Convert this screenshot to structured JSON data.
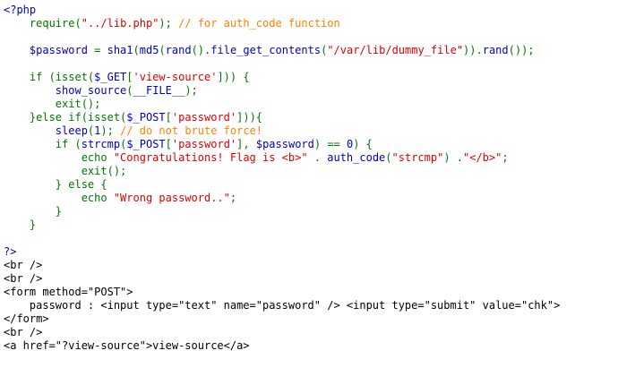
{
  "source_colors": {
    "default": "#0000BB",
    "keyword": "#007700",
    "string": "#DD0000",
    "comment": "#FF8000",
    "html": "#000000"
  },
  "lines": [
    [
      {
        "t": "<?php",
        "k": "default"
      }
    ],
    [
      {
        "t": "    require",
        "k": "keyword"
      },
      {
        "t": "(",
        "k": "keyword"
      },
      {
        "t": "\"../lib.php\"",
        "k": "string"
      },
      {
        "t": "); ",
        "k": "keyword"
      },
      {
        "t": "// for auth_code function",
        "k": "comment"
      }
    ],
    [],
    [
      {
        "t": "    $password ",
        "k": "default"
      },
      {
        "t": "= ",
        "k": "keyword"
      },
      {
        "t": "sha1",
        "k": "default"
      },
      {
        "t": "(",
        "k": "keyword"
      },
      {
        "t": "md5",
        "k": "default"
      },
      {
        "t": "(",
        "k": "keyword"
      },
      {
        "t": "rand",
        "k": "default"
      },
      {
        "t": "().",
        "k": "keyword"
      },
      {
        "t": "file_get_contents",
        "k": "default"
      },
      {
        "t": "(",
        "k": "keyword"
      },
      {
        "t": "\"/var/lib/dummy_file\"",
        "k": "string"
      },
      {
        "t": ")).",
        "k": "keyword"
      },
      {
        "t": "rand",
        "k": "default"
      },
      {
        "t": "());",
        "k": "keyword"
      }
    ],
    [],
    [
      {
        "t": "    if ",
        "k": "keyword"
      },
      {
        "t": "(isset(",
        "k": "keyword"
      },
      {
        "t": "$_GET",
        "k": "default"
      },
      {
        "t": "[",
        "k": "keyword"
      },
      {
        "t": "'view-source'",
        "k": "string"
      },
      {
        "t": "])) {",
        "k": "keyword"
      }
    ],
    [
      {
        "t": "        ",
        "k": "default"
      },
      {
        "t": "show_source",
        "k": "default"
      },
      {
        "t": "(",
        "k": "keyword"
      },
      {
        "t": "__FILE__",
        "k": "default"
      },
      {
        "t": ");",
        "k": "keyword"
      }
    ],
    [
      {
        "t": "        exit();",
        "k": "keyword"
      }
    ],
    [
      {
        "t": "    }else if(isset(",
        "k": "keyword"
      },
      {
        "t": "$_POST",
        "k": "default"
      },
      {
        "t": "[",
        "k": "keyword"
      },
      {
        "t": "'password'",
        "k": "string"
      },
      {
        "t": "])){",
        "k": "keyword"
      }
    ],
    [
      {
        "t": "        ",
        "k": "default"
      },
      {
        "t": "sleep",
        "k": "default"
      },
      {
        "t": "(",
        "k": "keyword"
      },
      {
        "t": "1",
        "k": "default"
      },
      {
        "t": "); ",
        "k": "keyword"
      },
      {
        "t": "// do not brute force!",
        "k": "comment"
      }
    ],
    [
      {
        "t": "        if ",
        "k": "keyword"
      },
      {
        "t": "(",
        "k": "keyword"
      },
      {
        "t": "strcmp",
        "k": "default"
      },
      {
        "t": "(",
        "k": "keyword"
      },
      {
        "t": "$_POST",
        "k": "default"
      },
      {
        "t": "[",
        "k": "keyword"
      },
      {
        "t": "'password'",
        "k": "string"
      },
      {
        "t": "], ",
        "k": "keyword"
      },
      {
        "t": "$password",
        "k": "default"
      },
      {
        "t": ") == ",
        "k": "keyword"
      },
      {
        "t": "0",
        "k": "default"
      },
      {
        "t": ") {",
        "k": "keyword"
      }
    ],
    [
      {
        "t": "            echo ",
        "k": "keyword"
      },
      {
        "t": "\"Congratulations! Flag is <b>\" ",
        "k": "string"
      },
      {
        "t": ". ",
        "k": "keyword"
      },
      {
        "t": "auth_code",
        "k": "default"
      },
      {
        "t": "(",
        "k": "keyword"
      },
      {
        "t": "\"strcmp\"",
        "k": "string"
      },
      {
        "t": ") .",
        "k": "keyword"
      },
      {
        "t": "\"</b>\"",
        "k": "string"
      },
      {
        "t": ";",
        "k": "keyword"
      }
    ],
    [
      {
        "t": "            exit();",
        "k": "keyword"
      }
    ],
    [
      {
        "t": "        } else {",
        "k": "keyword"
      }
    ],
    [
      {
        "t": "            echo ",
        "k": "keyword"
      },
      {
        "t": "\"Wrong password..\"",
        "k": "string"
      },
      {
        "t": ";",
        "k": "keyword"
      }
    ],
    [
      {
        "t": "        }",
        "k": "keyword"
      }
    ],
    [
      {
        "t": "    }",
        "k": "keyword"
      }
    ],
    [],
    [
      {
        "t": "?>",
        "k": "default"
      }
    ],
    [
      {
        "t": "<br />",
        "k": "html"
      }
    ],
    [
      {
        "t": "<br />",
        "k": "html"
      }
    ],
    [
      {
        "t": "<form method=\"POST\">",
        "k": "html"
      }
    ],
    [
      {
        "t": "    password : <input type=\"text\" name=\"password\" /> <input type=\"submit\" value=\"chk\">",
        "k": "html"
      }
    ],
    [
      {
        "t": "</form>",
        "k": "html"
      }
    ],
    [
      {
        "t": "<br />",
        "k": "html"
      }
    ],
    [
      {
        "t": "<a href=\"?view-source\">view-source</a>",
        "k": "html"
      }
    ]
  ]
}
